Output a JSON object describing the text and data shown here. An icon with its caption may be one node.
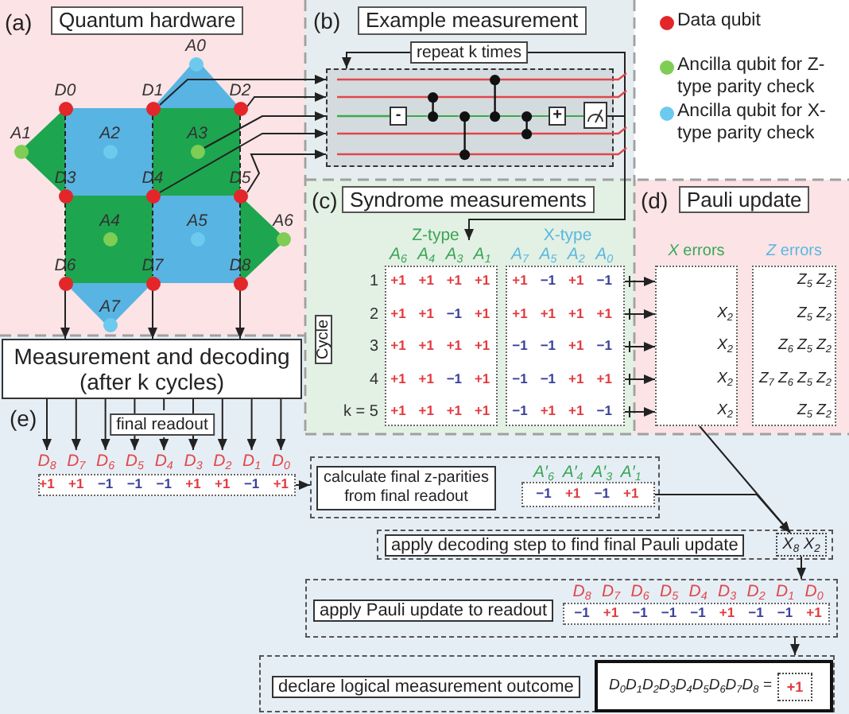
{
  "diagram": {
    "nodes": [
      {
        "text": [
          "(a)"
        ]
      },
      {
        "text": [
          "Quantum hardware"
        ],
        "in": 0
      },
      {
        "text": [],
        "shape": "circle",
        "beside": [
          "A0"
        ],
        "in": 0
      },
      {
        "text": [],
        "shape": "circle",
        "beside": [
          "D0"
        ],
        "in": 0
      },
      {
        "text": [],
        "shape": "circle",
        "beside": [
          "D1"
        ],
        "in": 0
      },
      {
        "text": [],
        "shape": "circle",
        "beside": [
          "D2"
        ],
        "in": 0
      },
      {
        "text": [],
        "shape": "circle",
        "beside": [
          "A1"
        ],
        "in": 0
      },
      {
        "text": [],
        "shape": "circle",
        "beside": [
          "A2"
        ],
        "in": 0
      },
      {
        "text": [],
        "shape": "circle",
        "beside": [
          "A3"
        ],
        "in": 0
      },
      {
        "text": [],
        "shape": "circle",
        "beside": [
          "D3"
        ],
        "in": 0
      },
      {
        "text": [],
        "shape": "circle",
        "beside": [
          "D4"
        ],
        "in": 0
      },
      {
        "text": [],
        "shape": "circle",
        "beside": [
          "D5"
        ],
        "in": 0
      },
      {
        "text": [],
        "shape": "circle",
        "beside": [
          "A4"
        ],
        "in": 0
      },
      {
        "text": [],
        "shape": "circle",
        "beside": [
          "A5"
        ],
        "in": 0
      },
      {
        "text": [],
        "shape": "circle",
        "beside": [
          "A6"
        ],
        "in": 0
      },
      {
        "text": [],
        "shape": "circle",
        "beside": [
          "D6"
        ],
        "in": 0
      },
      {
        "text": [],
        "shape": "circle",
        "beside": [
          "D7"
        ],
        "in": 0
      },
      {
        "text": [],
        "shape": "circle",
        "beside": [
          "D8"
        ],
        "in": 0
      },
      {
        "text": [],
        "shape": "circle",
        "beside": [
          "A7"
        ],
        "in": 0
      },
      {
        "text": [
          "(b)"
        ]
      },
      {
        "text": [
          "Example measurement"
        ],
        "in": 19
      },
      {
        "text": [],
        "shape": "box",
        "in": 19
      },
      {
        "text": [
          "-"
        ],
        "in": 21
      },
      {
        "text": [
          "+"
        ],
        "in": 21
      },
      {
        "text": [],
        "shape": "meter",
        "in": 21
      },
      {
        "text": [
          "(c)"
        ]
      },
      {
        "text": [
          "Syndrome measurements"
        ],
        "in": 25
      },
      {
        "text": [
          "A$_{6}$",
          "A$_{4}$",
          "A$_{3}$",
          "A$_{1}$",
          "+1",
          "+1",
          "+1",
          "+1",
          "+1",
          "+1",
          "−1",
          "+1",
          "+1",
          "+1",
          "+1",
          "+1",
          "+1",
          "+1",
          "−1",
          "+1",
          "+1",
          "+1",
          "+1",
          "+1"
        ],
        "beside": [
          "1",
          "2",
          "3",
          "4",
          "k = 5"
        ],
        "in": 25
      },
      {
        "text": [
          "A$_{7}$",
          "A$_{5}$",
          "A$_{2}$",
          "A$_{0}$",
          "+1",
          "−1",
          "+1",
          "−1",
          "+1",
          "+1",
          "+1",
          "+1",
          "−1",
          "−1",
          "+1",
          "−1",
          "−1",
          "−1",
          "+1",
          "+1",
          "−1",
          "+1",
          "+1",
          "−1"
        ],
        "in": 25
      },
      {
        "text": [
          "Cycle"
        ],
        "in": 25
      },
      {
        "text": [
          "(d)"
        ]
      },
      {
        "text": [
          "Pauli update"
        ],
        "in": 30
      },
      {
        "text": [
          "*X* errors",
          "X$_{2}$",
          "X$_{2}$",
          "X$_{2}$",
          "X$_{2}$"
        ],
        "in": 30
      },
      {
        "text": [
          "*Z* errors",
          "Z$_{5}$ Z$_{2}$",
          "Z$_{5}$ Z$_{2}$",
          "Z$_{6}$ Z$_{5}$ Z$_{2}$",
          "Z$_{7}$ Z$_{6}$ Z$_{5}$ Z$_{2}$",
          "Z$_{5}$ Z$_{2}$"
        ],
        "in": 30
      },
      {
        "text": [
          "(e)"
        ]
      },
      {
        "text": [
          "Measurement and decoding (after k cycles)"
        ],
        "in": 34
      },
      {
        "text": [
          "D$_{8}$",
          "D$_{7}$",
          "D$_{6}$",
          "D$_{5}$",
          "D$_{4}$",
          "D$_{3}$",
          "D$_{2}$",
          "D$_{1}$",
          "D$_{0}$",
          "+1",
          "+1",
          "−1",
          "−1",
          "−1",
          "+1",
          "+1",
          "−1",
          "+1"
        ],
        "in": 34
      },
      {
        "text": [],
        "shape": "box",
        "in": 34
      },
      {
        "text": [
          "calculate final z-parities from final readout"
        ],
        "in": 37
      },
      {
        "text": [
          "A′$_{6}$",
          "A′$_{4}$",
          "A′$_{3}$",
          "A′$_{1}$",
          "−1",
          "+1",
          "−1",
          "+1"
        ],
        "in": 37
      },
      {
        "text": [],
        "shape": "box",
        "in": 34
      },
      {
        "text": [
          "apply decoding step to find final Pauli update"
        ],
        "in": 40
      },
      {
        "text": [
          "X$_{8}$ X$_{2}$"
        ],
        "in": 40
      },
      {
        "text": [],
        "shape": "box",
        "in": 34
      },
      {
        "text": [
          "apply Pauli update to readout"
        ],
        "in": 43
      },
      {
        "text": [
          "D$_{8}$",
          "D$_{7}$",
          "D$_{6}$",
          "D$_{5}$",
          "D$_{4}$",
          "D$_{3}$",
          "D$_{2}$",
          "D$_{1}$",
          "D$_{0}$",
          "−1",
          "+1",
          "−1",
          "−1",
          "−1",
          "+1",
          "−1",
          "−1",
          "+1"
        ],
        "in": 43
      },
      {
        "text": [],
        "shape": "box",
        "in": 34
      },
      {
        "text": [
          "declare logical measurement outcome"
        ],
        "in": 46
      },
      {
        "text": [
          "D$_{0}$D$_{1}$D$_{2}$D$_{3}$D$_{4}$D$_{5}$D$_{6}$D$_{7}$D$_{8}$ ="
        ],
        "in": 46
      },
      {
        "text": [
          "+1"
        ],
        "in": 48
      },
      {
        "text": [],
        "shape": "dumbbell",
        "in": 21
      },
      {
        "text": [],
        "shape": "dumbbell",
        "in": 21
      },
      {
        "text": [],
        "shape": "dumbbell",
        "in": 21
      },
      {
        "text": [],
        "shape": "dumbbell",
        "in": 21
      }
    ],
    "edges": [
      {
        "from": 3,
        "to": 9,
        "arrow": "none",
        "style": "dashed"
      },
      {
        "from": 9,
        "to": 15,
        "arrow": "none",
        "style": "dashed"
      },
      {
        "from": 4,
        "to": 10,
        "arrow": "none",
        "style": "dashed"
      },
      {
        "from": 10,
        "to": 16,
        "arrow": "none",
        "style": "dashed"
      },
      {
        "from": 5,
        "to": 11,
        "arrow": "none",
        "style": "dashed"
      },
      {
        "from": 11,
        "to": 17,
        "arrow": "none",
        "style": "dashed"
      },
      {
        "from": 4,
        "to": 21,
        "arrow": "to"
      },
      {
        "from": 5,
        "to": 21,
        "arrow": "to"
      },
      {
        "from": 8,
        "to": 21,
        "arrow": "to"
      },
      {
        "from": 10,
        "to": 21,
        "arrow": "to"
      },
      {
        "from": 11,
        "to": 21,
        "arrow": "to"
      },
      {
        "from": 22,
        "to": 50,
        "arrow": "none",
        "color": "#3aaa4a"
      },
      {
        "from": 23,
        "to": 24,
        "arrow": "none",
        "color": "#3aaa4a"
      },
      {
        "from": 24,
        "to": 21,
        "arrow": "to",
        "label": "repeat k times"
      },
      {
        "from": 24,
        "to": 27,
        "arrow": "to"
      },
      {
        "from": 28,
        "to": 32,
        "arrow": "to"
      },
      {
        "from": 28,
        "to": 32,
        "arrow": "to"
      },
      {
        "from": 28,
        "to": 32,
        "arrow": "to"
      },
      {
        "from": 28,
        "to": 32,
        "arrow": "to"
      },
      {
        "from": 28,
        "to": 32,
        "arrow": "to"
      },
      {
        "from": 15,
        "to": 35,
        "arrow": "to"
      },
      {
        "from": 16,
        "to": 35,
        "arrow": "to"
      },
      {
        "from": 17,
        "to": 35,
        "arrow": "to"
      },
      {
        "from": 35,
        "to": 36,
        "arrow": "to"
      },
      {
        "from": 35,
        "to": 36,
        "arrow": "to"
      },
      {
        "from": 35,
        "to": 36,
        "arrow": "to"
      },
      {
        "from": 35,
        "to": 36,
        "arrow": "to"
      },
      {
        "from": 35,
        "to": 36,
        "arrow": "to",
        "label": "final readout"
      },
      {
        "from": 35,
        "to": 36,
        "arrow": "to"
      },
      {
        "from": 35,
        "to": 36,
        "arrow": "to"
      },
      {
        "from": 35,
        "to": 36,
        "arrow": "to"
      },
      {
        "from": 35,
        "to": 36,
        "arrow": "to"
      },
      {
        "from": 36,
        "to": 37,
        "arrow": "to"
      },
      {
        "from": 39,
        "to": 42,
        "arrow": "to"
      },
      {
        "from": 32,
        "to": 42,
        "arrow": "to"
      },
      {
        "from": 42,
        "to": 43,
        "arrow": "to"
      },
      {
        "from": 43,
        "to": 46,
        "arrow": "to"
      },
      {
        "from": 50,
        "to": 51,
        "arrow": "none",
        "color": "#3aaa4a"
      },
      {
        "from": 51,
        "to": 52,
        "arrow": "none",
        "color": "#3aaa4a"
      },
      {
        "from": 52,
        "to": 53,
        "arrow": "none",
        "color": "#3aaa4a"
      },
      {
        "from": 53,
        "to": 23,
        "arrow": "none",
        "color": "#3aaa4a"
      }
    ],
    "labels": [
      "Z-type",
      "X-type"
    ],
    "legend": [
      {
        "text": "Data qubit",
        "color": "#e3262a"
      },
      {
        "text": "Ancilla qubit for Z-type parity check",
        "color": "#7fcd55"
      },
      {
        "text": "Ancilla qubit for X-type parity check",
        "color": "#6ccaee"
      }
    ]
  }
}
